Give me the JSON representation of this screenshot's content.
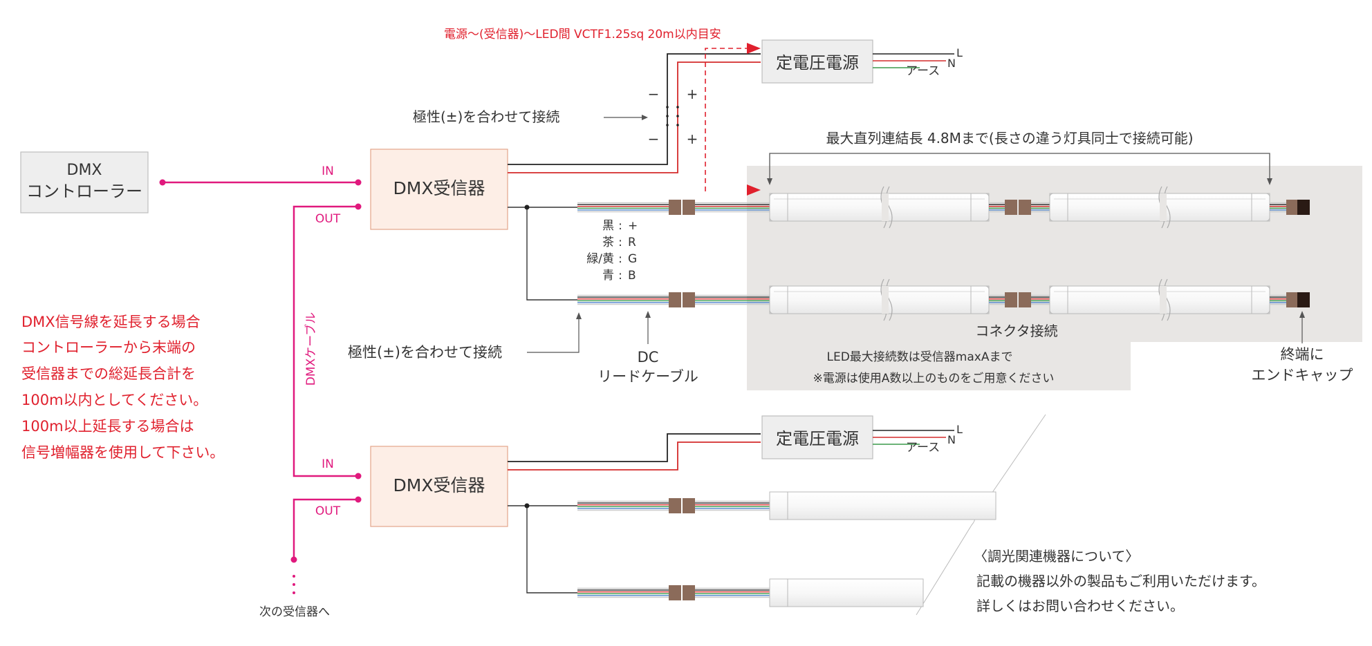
{
  "controller": {
    "line1": "DMX",
    "line2": "コントローラー"
  },
  "receiver1": {
    "label": "DMX受信器",
    "in": "IN",
    "out": "OUT"
  },
  "receiver2": {
    "label": "DMX受信器",
    "in": "IN",
    "out": "OUT"
  },
  "power1": {
    "label": "定電圧電源",
    "L": "L",
    "N": "N",
    "earth": "アース"
  },
  "power2": {
    "label": "定電圧電源",
    "L": "L",
    "N": "N",
    "earth": "アース"
  },
  "cable_spec": "電源〜(受信器)〜LED間 VCTF1.25sq 20m以内目安",
  "polarity_note_top": "極性(±)を合わせて接続",
  "polarity_note_bottom": "極性(±)を合わせて接続",
  "minus": "−",
  "plus": "+",
  "max_length": "最大直列連結長 4.8Mまで(長さの違う灯具同士で接続可能)",
  "wire_legend": [
    {
      "color": "黒",
      "sep": ":",
      "signal": "+"
    },
    {
      "color": "茶",
      "sep": ":",
      "signal": "R"
    },
    {
      "color": "緑/黄",
      "sep": ":",
      "signal": "G"
    },
    {
      "color": "青",
      "sep": ":",
      "signal": "B"
    }
  ],
  "connector_label": "コネクタ接続",
  "dc_lead": {
    "line1": "DC",
    "line2": "リードケーブル"
  },
  "end_cap": {
    "line1": "終端に",
    "line2": "エンドキャップ"
  },
  "max_connect": {
    "line1": "LED最大接続数は受信器maxAまで",
    "line2": "※電源は使用A数以上のものをご用意ください"
  },
  "dmx_cable": "DMXケーブル",
  "next_receiver": "次の受信器へ",
  "extension_note": [
    "DMX信号線を延長する場合",
    "コントローラーから末端の",
    "受信器までの総延長合計を",
    "100m以内としてください。",
    "100m以上延長する場合は",
    "信号増幅器を使用して下さい。"
  ],
  "related_note": [
    "〈調光関連機器について〉",
    "記載の機器以外の製品もご利用いただけます。",
    "詳しくはお問い合わせください。"
  ],
  "colors": {
    "signal_pink": "#e0197d",
    "note_red": "#e0202d",
    "wire_black": "#222222",
    "wire_red": "#d42a2a",
    "wire_brown": "#8a5a3a",
    "wire_green": "#3a9a4a",
    "wire_blue": "#4a7fc8",
    "connector": "#8b6b5a",
    "led_area": "#e8e6e4"
  }
}
